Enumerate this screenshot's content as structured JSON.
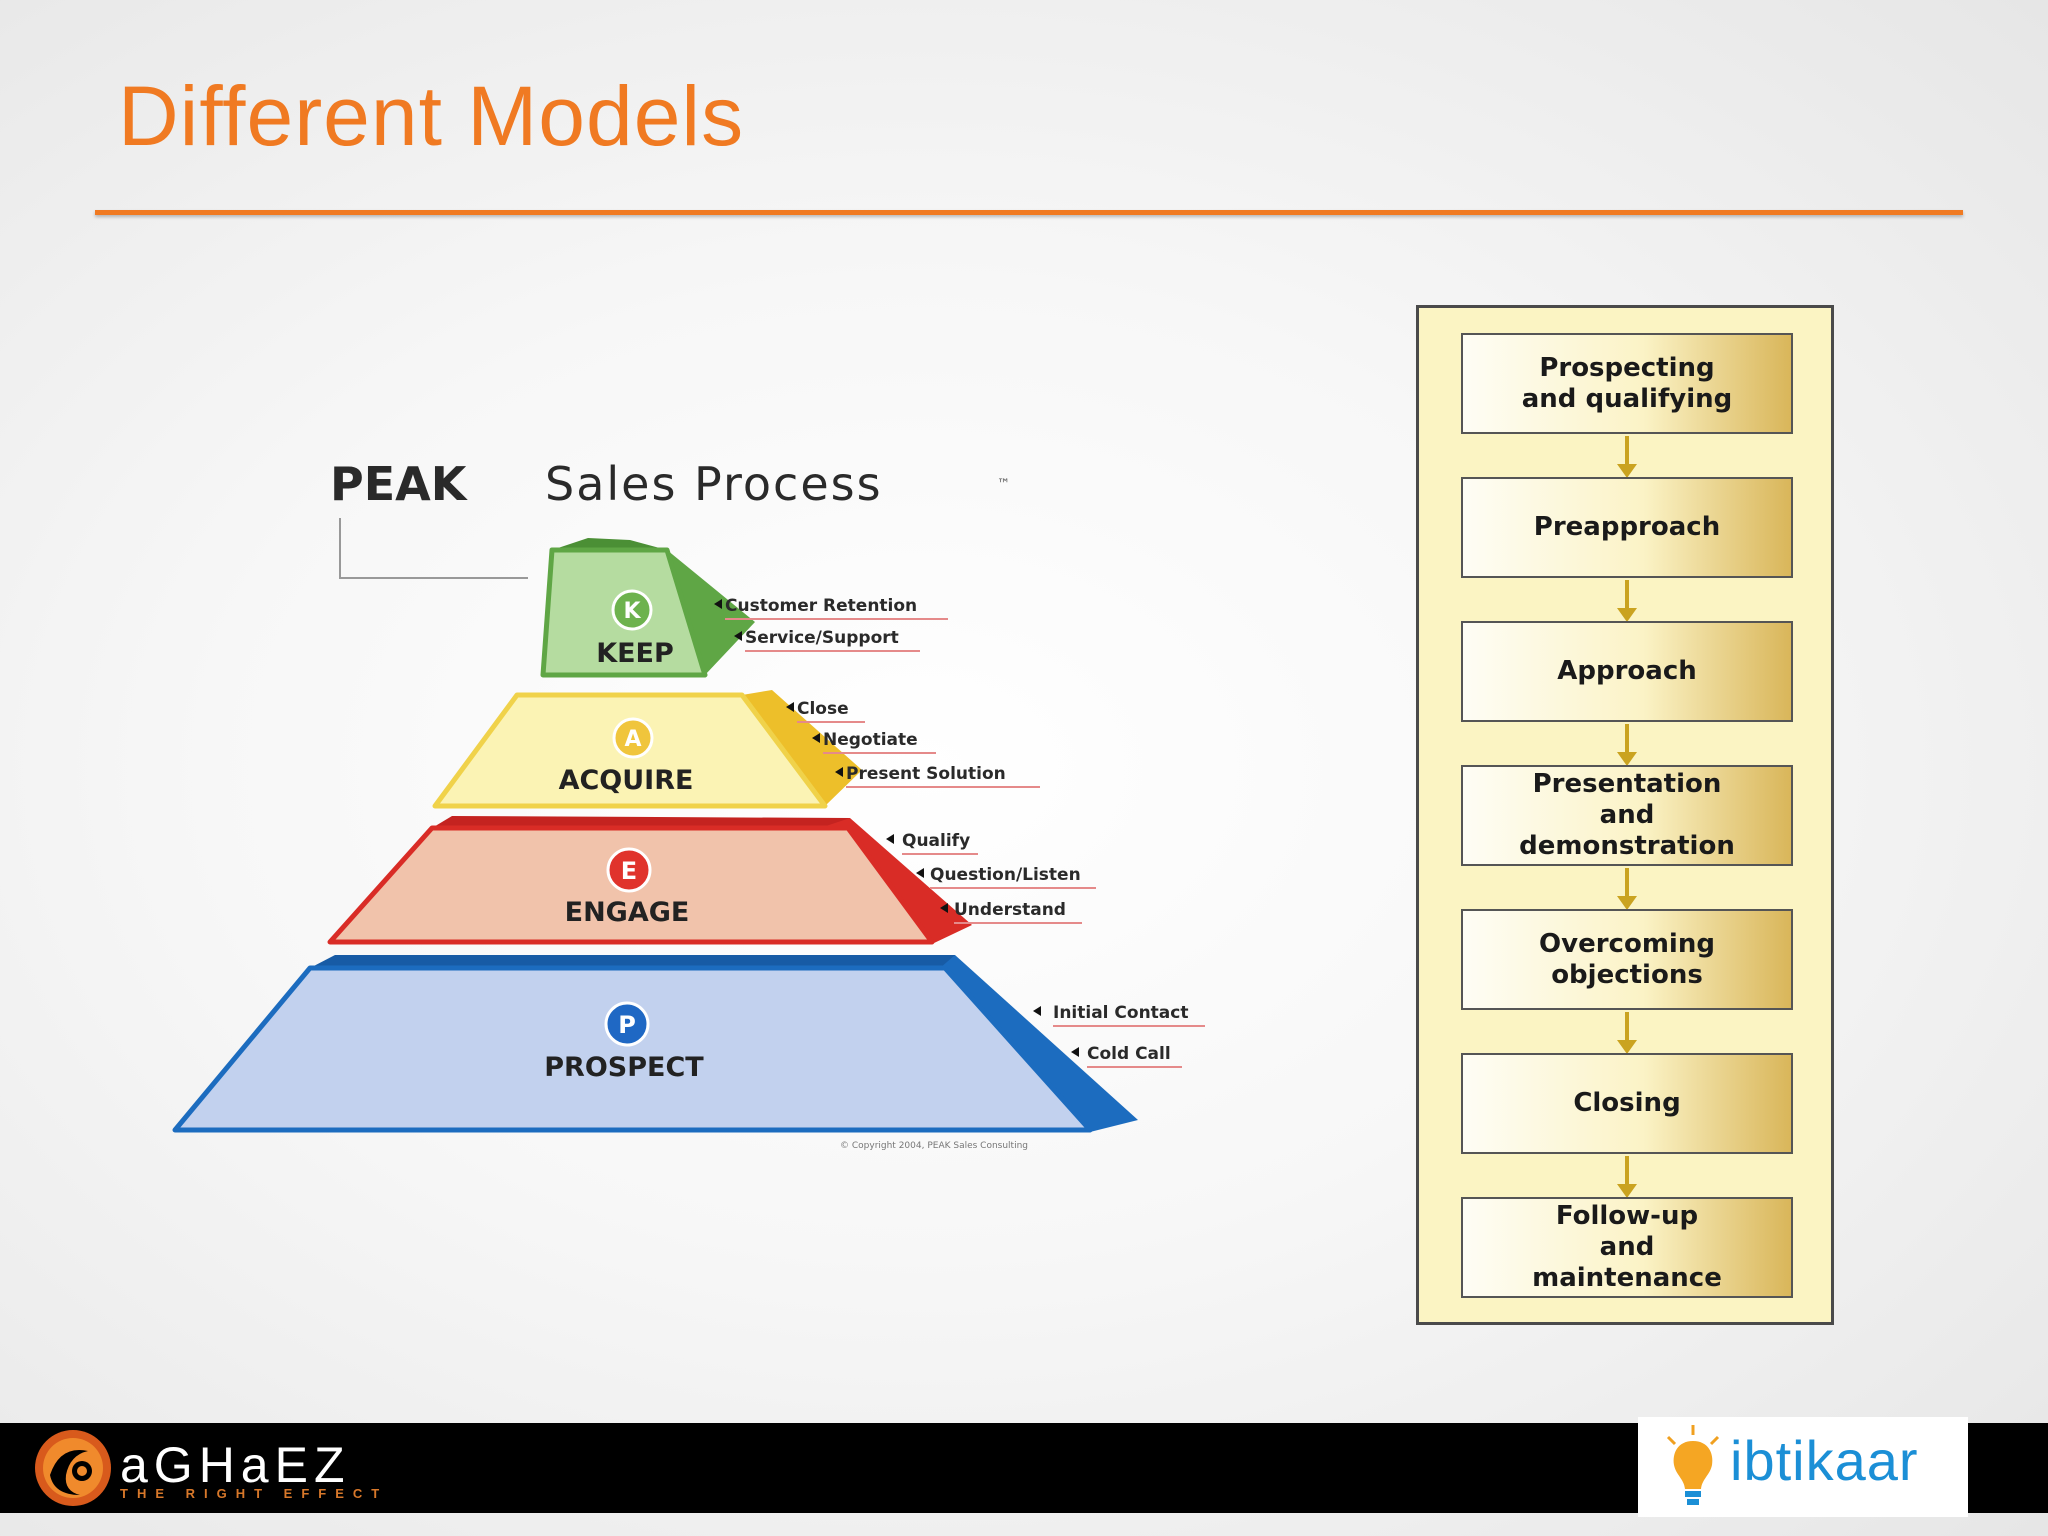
{
  "slide": {
    "title": "Different Models"
  },
  "peak": {
    "heading_bold": "PEAK",
    "heading_rest": "Sales Process",
    "trademark": "™",
    "copyright": "© Copyright 2004, PEAK Sales Consulting",
    "tiers": [
      {
        "letter": "K",
        "name": "KEEP",
        "steps": [
          "Customer Retention",
          "Service/Support"
        ]
      },
      {
        "letter": "A",
        "name": "ACQUIRE",
        "steps": [
          "Close",
          "Negotiate",
          "Present Solution"
        ]
      },
      {
        "letter": "E",
        "name": "ENGAGE",
        "steps": [
          "Qualify",
          "Question/Listen",
          "Understand"
        ]
      },
      {
        "letter": "P",
        "name": "PROSPECT",
        "steps": [
          "Initial Contact",
          "Cold Call"
        ]
      }
    ],
    "colors": {
      "keep": "#8cc46e",
      "acquire": "#f7e98a",
      "engage": "#e4382e",
      "prospect": "#1c6cbf"
    }
  },
  "flow": {
    "steps": [
      "Prospecting\nand qualifying",
      "Preapproach",
      "Approach",
      "Presentation\nand\ndemonstration",
      "Overcoming\nobjections",
      "Closing",
      "Follow-up\nand\nmaintenance"
    ]
  },
  "footer": {
    "left_brand": "aGHaEZ",
    "left_tagline": "THE RIGHT EFFECT",
    "right_brand": "ibtikaar"
  }
}
